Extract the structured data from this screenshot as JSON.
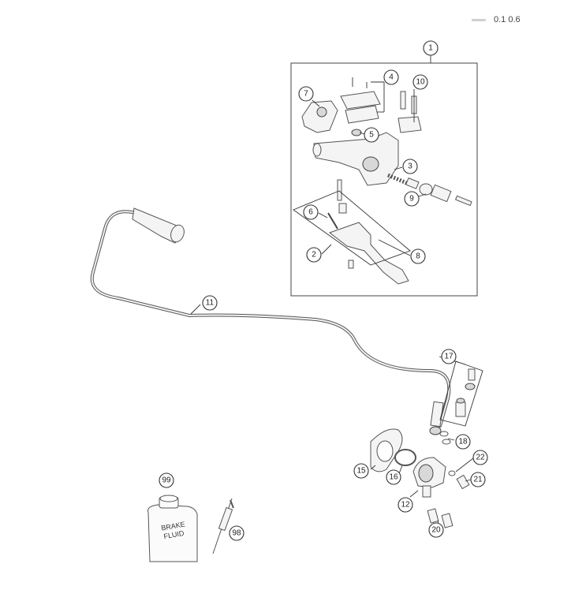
{
  "header": {
    "version_text": "0.1  0.6"
  },
  "callouts": {
    "c1": "1",
    "c2": "2",
    "c3": "3",
    "c4": "4",
    "c5": "5",
    "c6": "6",
    "c7": "7",
    "c8": "8",
    "c9": "9",
    "c10": "10",
    "c11": "11",
    "c12": "12",
    "c15": "15",
    "c16": "16",
    "c17": "17",
    "c18": "18",
    "c20": "20",
    "c21": "21",
    "c22": "22",
    "c98": "98",
    "c99": "99"
  },
  "bottle": {
    "label_line1": "BRAKE",
    "label_line2": "FLUID"
  },
  "colors": {
    "stroke": "#333333",
    "part_fill": "#f4f4f4",
    "background": "#ffffff"
  }
}
